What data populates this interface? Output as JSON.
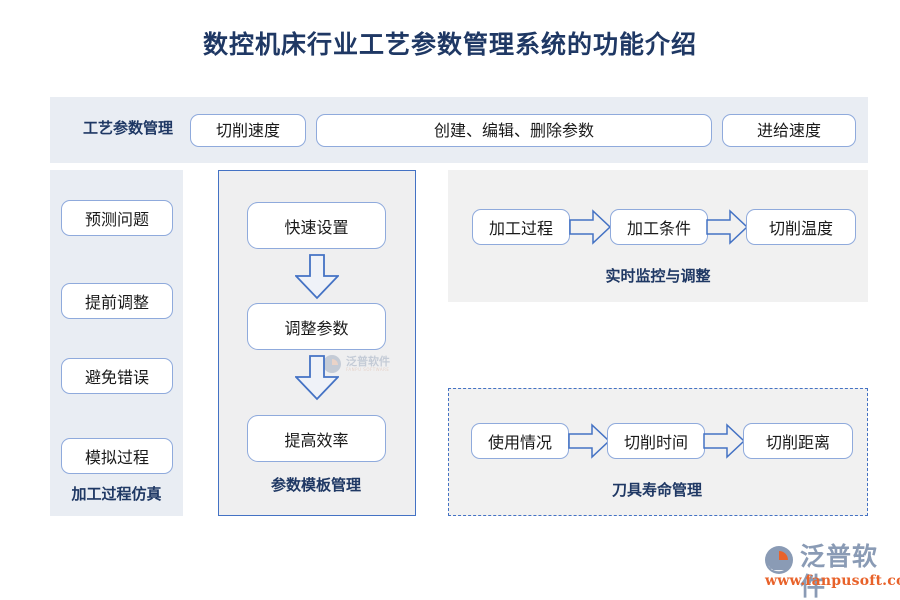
{
  "page": {
    "title": "数控机床行业工艺参数管理系统的功能介绍"
  },
  "top_bar": {
    "label": "工艺参数管理",
    "pills": [
      {
        "id": "cutting-speed",
        "label": "切削速度"
      },
      {
        "id": "crud-params",
        "label": "创建、编辑、删除参数"
      },
      {
        "id": "feed-speed",
        "label": "进给速度"
      }
    ]
  },
  "sidebar": {
    "caption": "加工过程仿真",
    "items": [
      {
        "label": "预测问题"
      },
      {
        "label": "提前调整"
      },
      {
        "label": "避免错误"
      },
      {
        "label": "模拟过程"
      }
    ]
  },
  "center": {
    "caption": "参数模板管理",
    "steps": [
      {
        "label": "快速设置"
      },
      {
        "label": "调整参数"
      },
      {
        "label": "提高效率"
      }
    ],
    "watermark": {
      "text": "泛普软件",
      "sub": "FANPU SOFTWARE"
    }
  },
  "monitor": {
    "caption": "实时监控与调整",
    "steps": [
      {
        "label": "加工过程"
      },
      {
        "label": "加工条件"
      },
      {
        "label": "切削温度"
      }
    ]
  },
  "tool_life": {
    "caption": "刀具寿命管理",
    "steps": [
      {
        "label": "使用情况"
      },
      {
        "label": "切削时间"
      },
      {
        "label": "切削距离"
      }
    ]
  },
  "brand": {
    "name": "泛普软件",
    "url": "www.fanpusoft.com"
  },
  "colors": {
    "title": "#1f3864",
    "panel_blue": "#e9edf3",
    "panel_gray": "#f1f1f1",
    "box_border": "#8faadc",
    "accent_border": "#4472c4",
    "brand_orange": "#e8622a",
    "brand_gray": "#8a9bb5"
  }
}
